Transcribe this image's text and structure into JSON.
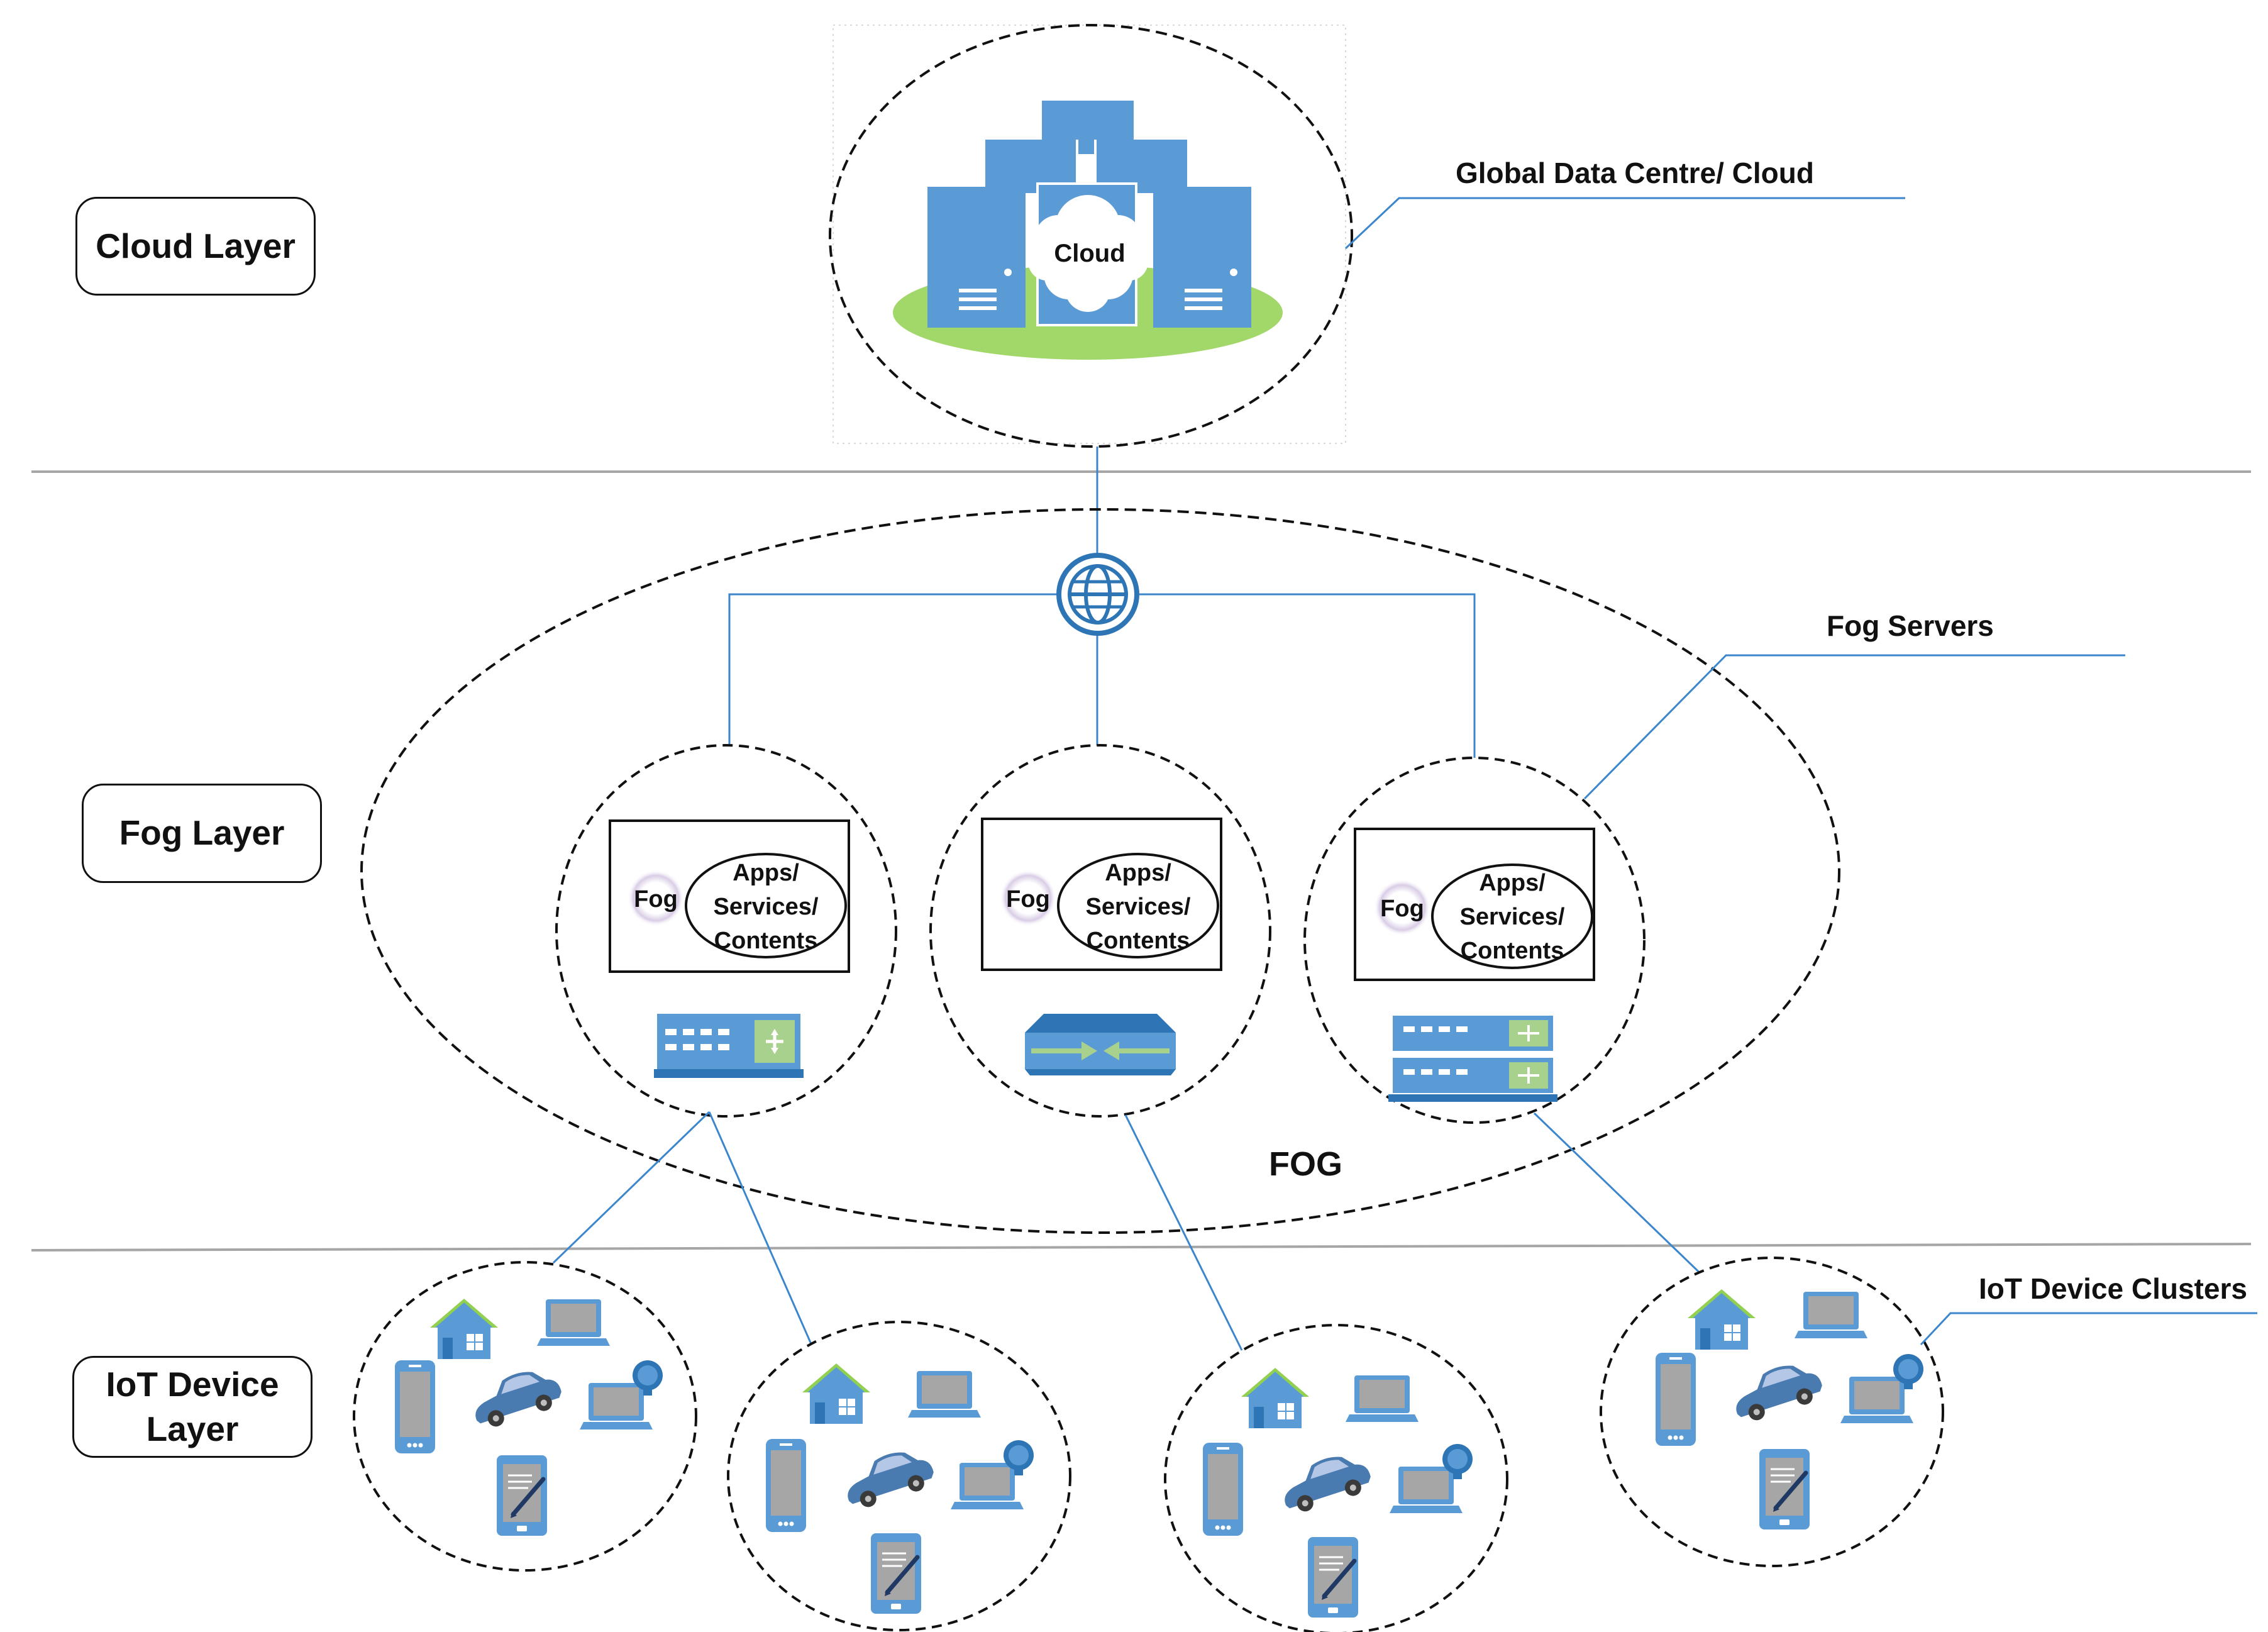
{
  "layers": {
    "cloud": "Cloud Layer",
    "fog": "Fog Layer",
    "iot": "IoT Device Layer"
  },
  "callouts": {
    "cloud": "Global Data Centre/ Cloud",
    "fog_servers": "Fog Servers",
    "iot_clusters": "IoT Device Clusters"
  },
  "cloud_label": "Cloud",
  "fog_region_label": "FOG",
  "fog_nodes": [
    {
      "fog": "Fog",
      "apps_line1": "Apps/",
      "apps_line2": "Services/",
      "apps_line3": "Contents",
      "device": "switch-icon"
    },
    {
      "fog": "Fog",
      "apps_line1": "Apps/",
      "apps_line2": "Services/",
      "apps_line3": "Contents",
      "device": "router-icon"
    },
    {
      "fog": "Fog",
      "apps_line1": "Apps/",
      "apps_line2": "Services/",
      "apps_line3": "Contents",
      "device": "stacked-switch-icon"
    }
  ],
  "iot_cluster_devices": [
    "house-icon",
    "laptop-icon",
    "smartphone-icon",
    "car-icon",
    "smart-laptop-icon",
    "tablet-icon"
  ],
  "colors": {
    "device_blue": "#5b9bd5",
    "dark_blue": "#2e75b6",
    "line_blue": "#3b86cc",
    "ground_green": "#92d050",
    "gray": "#9b9b9b"
  }
}
